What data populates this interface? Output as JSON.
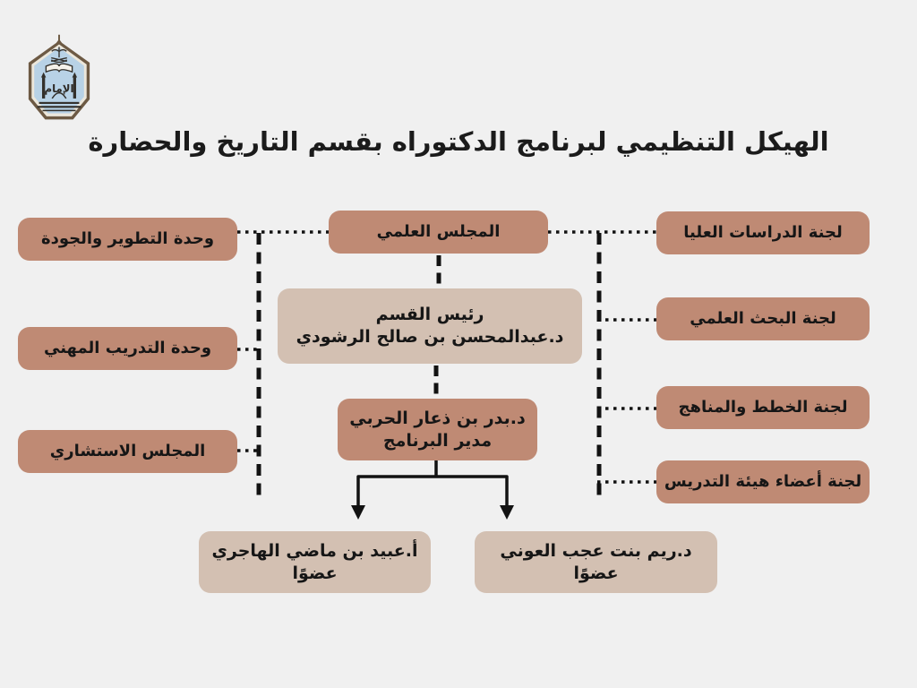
{
  "page": {
    "title": "الهيكل التنظيمي لبرنامج الدكتوراه بقسم التاريخ والحضارة",
    "background": "#f0f0f0"
  },
  "colors": {
    "node_dark": "#bf8a74",
    "node_light": "#d3c0b2",
    "line": "#121212",
    "logo_blue": "#b8d2e6",
    "logo_border_brown": "#6d5a44"
  },
  "logo": {
    "calligraphy": "الإمام"
  },
  "org": {
    "scientific_council": {
      "label": "المجلس العلمي"
    },
    "left_units": [
      {
        "label": "وحدة التطوير والجودة"
      },
      {
        "label": "وحدة التدريب المهني"
      },
      {
        "label": "المجلس الاستشاري"
      }
    ],
    "right_committees": [
      {
        "label": "لجنة الدراسات العليا"
      },
      {
        "label": "لجنة البحث العلمي"
      },
      {
        "label": "لجنة الخطط والمناهج"
      },
      {
        "label": "لجنة أعضاء هيئة التدريس"
      }
    ],
    "department_head": {
      "title": "رئيس القسم",
      "name": "د.عبدالمحسن بن صالح الرشودي"
    },
    "program_director": {
      "name": "د.بدر بن ذعار الحربي",
      "title": "مدير البرنامج"
    },
    "members": [
      {
        "name": "أ.عبيد بن ماضي الهاجري",
        "role": "عضوًا"
      },
      {
        "name": "د.ريم بنت عجب العوني",
        "role": "عضوًا"
      }
    ]
  }
}
